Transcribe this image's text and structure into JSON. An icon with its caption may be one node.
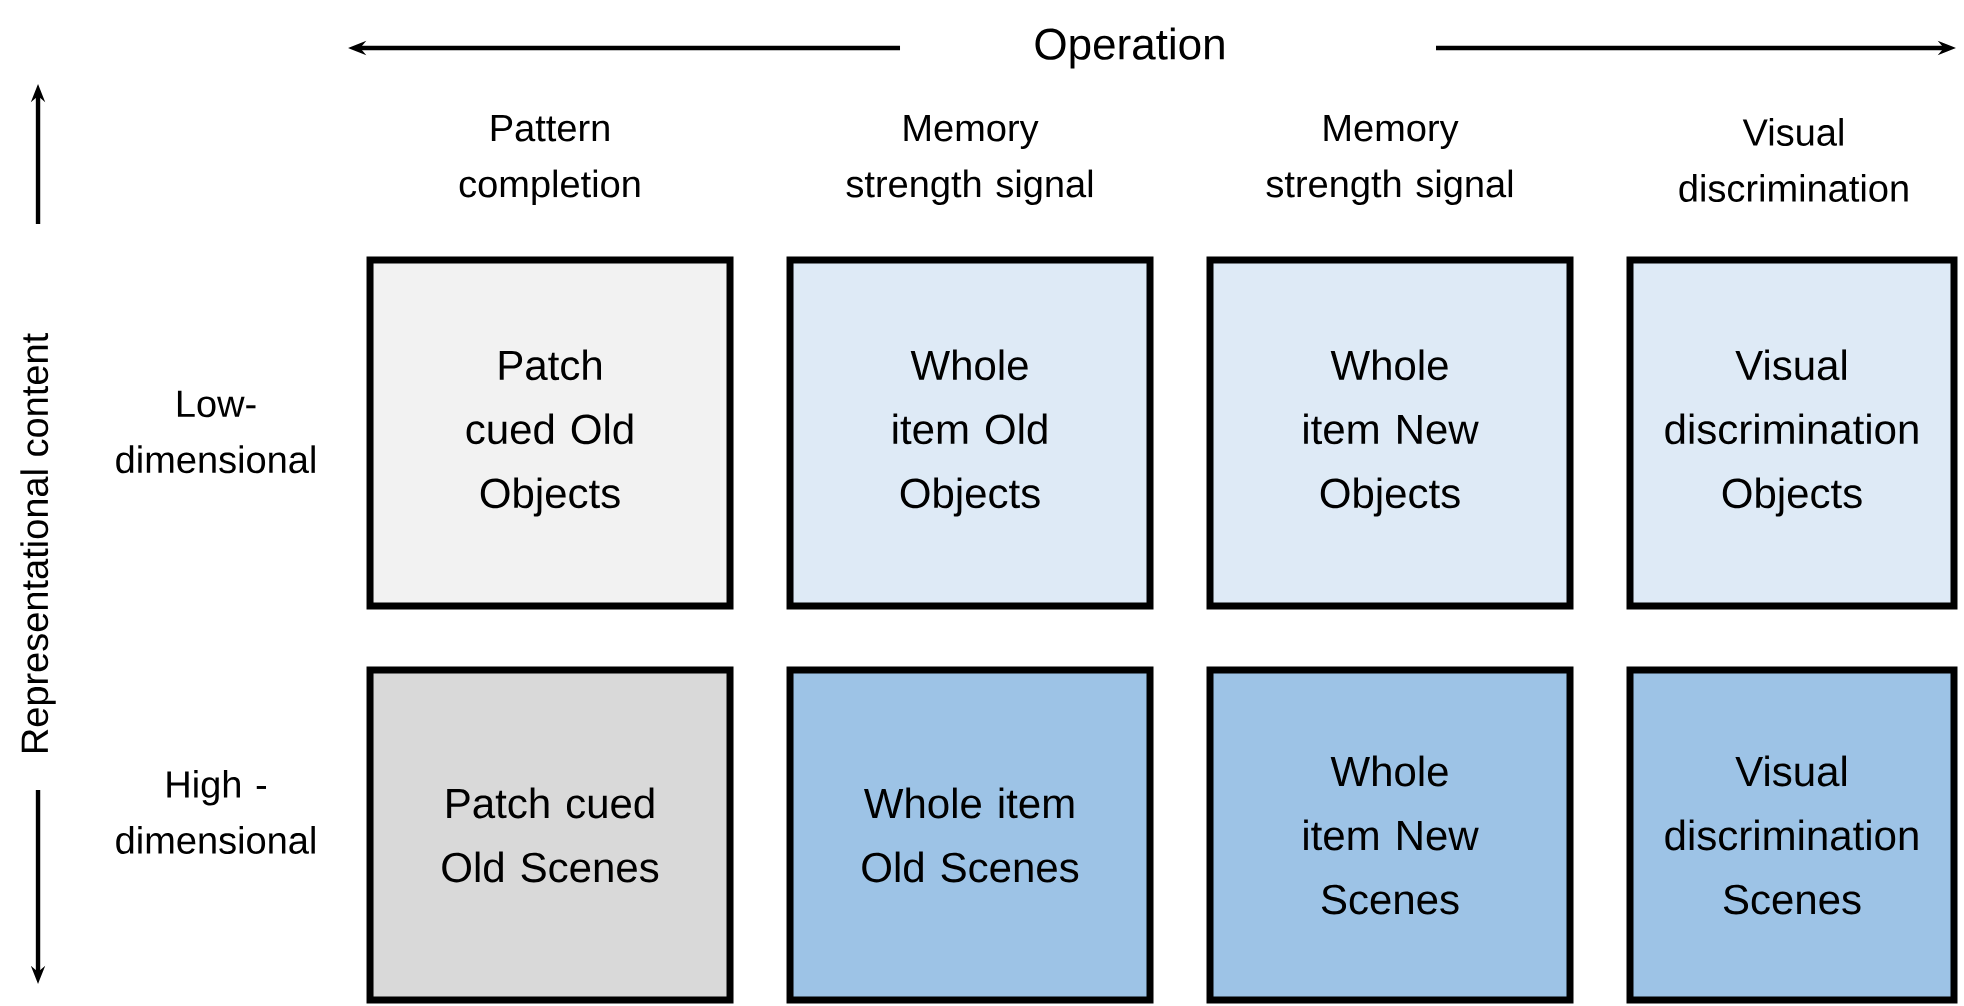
{
  "diagram": {
    "nodes": [
      {
        "text": [
          "Patch cued Old Objects"
        ]
      },
      {
        "text": [
          "Whole item Old Objects"
        ]
      },
      {
        "text": [
          "Whole item New Objects"
        ]
      },
      {
        "text": [
          "Visual discrimination Objects"
        ]
      },
      {
        "text": [
          "Patch cued Old Scenes"
        ]
      },
      {
        "text": [
          "Whole item Old Scenes"
        ]
      },
      {
        "text": [
          "Whole item New Scenes"
        ]
      },
      {
        "text": [
          "Visual discrimination Scenes"
        ]
      }
    ],
    "labels": [
      "Operation",
      "Pattern completion",
      "Memory strength signal",
      "Memory strength signal",
      "Visual discrimination",
      "Representational content",
      "Low- dimensional",
      "High - dimensional"
    ]
  }
}
